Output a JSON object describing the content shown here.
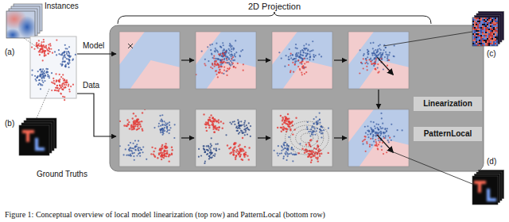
{
  "diagram": {
    "caption": "Figure 1: Conceptual overview of local model linearization (top row) and PatternLocal (bottom row)",
    "nodes": [
      {
        "text": [
          "2D Projection"
        ]
      },
      {
        "text": [
          "Linearization"
        ],
        "in": 0
      },
      {
        "text": [
          "PatternLocal"
        ],
        "in": 0
      }
    ],
    "labels": [
      "Instances",
      "(a)",
      "Model",
      "Data",
      "(b)",
      "Ground Truths",
      "(c)",
      "(d)"
    ]
  }
}
